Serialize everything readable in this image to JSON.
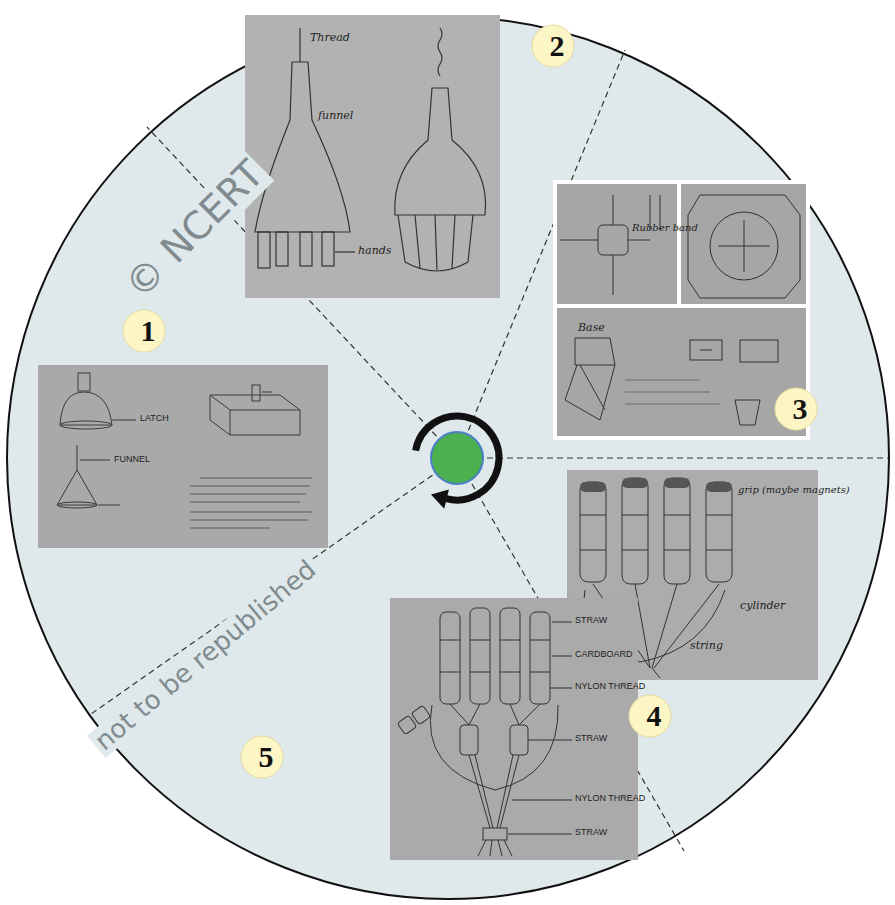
{
  "diagram": {
    "nodes": [
      {
        "text": [
          "1"
        ]
      },
      {
        "text": [
          "2"
        ]
      },
      {
        "text": [
          "3"
        ]
      },
      {
        "text": [
          "4"
        ]
      },
      {
        "text": [
          "5"
        ]
      }
    ],
    "labels": [
      "Thread",
      "funnel",
      "hands",
      "STRAW",
      "CARDBOARD",
      "NYLON THREAD",
      "STRAW",
      "NYLON THREAD",
      "STRAW",
      "string",
      "cylinder",
      "grip (maybe magnets)",
      "LATCH",
      "FUNNEL",
      "Base",
      "Rubber band",
      "© NCERT",
      "not to be republished"
    ]
  }
}
